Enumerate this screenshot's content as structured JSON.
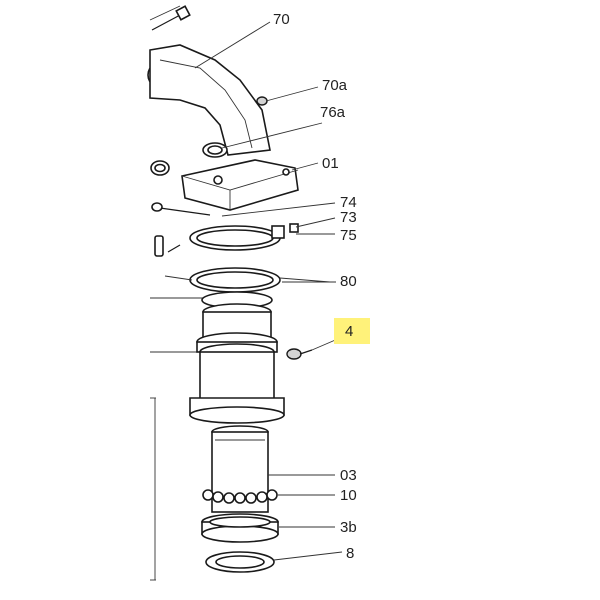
{
  "highlight_color": "#fff27a",
  "callouts": [
    {
      "id": "70",
      "label": "70"
    },
    {
      "id": "70a",
      "label": "70a"
    },
    {
      "id": "76a",
      "label": "76a"
    },
    {
      "id": "01",
      "label": "01"
    },
    {
      "id": "74",
      "label": "74"
    },
    {
      "id": "73",
      "label": "73"
    },
    {
      "id": "75",
      "label": "75"
    },
    {
      "id": "80",
      "label": "80"
    },
    {
      "id": "4",
      "label": "4",
      "highlighted": true
    },
    {
      "id": "03",
      "label": "03"
    },
    {
      "id": "10",
      "label": "10"
    },
    {
      "id": "3b",
      "label": "3b"
    },
    {
      "id": "8",
      "label": "8"
    }
  ]
}
